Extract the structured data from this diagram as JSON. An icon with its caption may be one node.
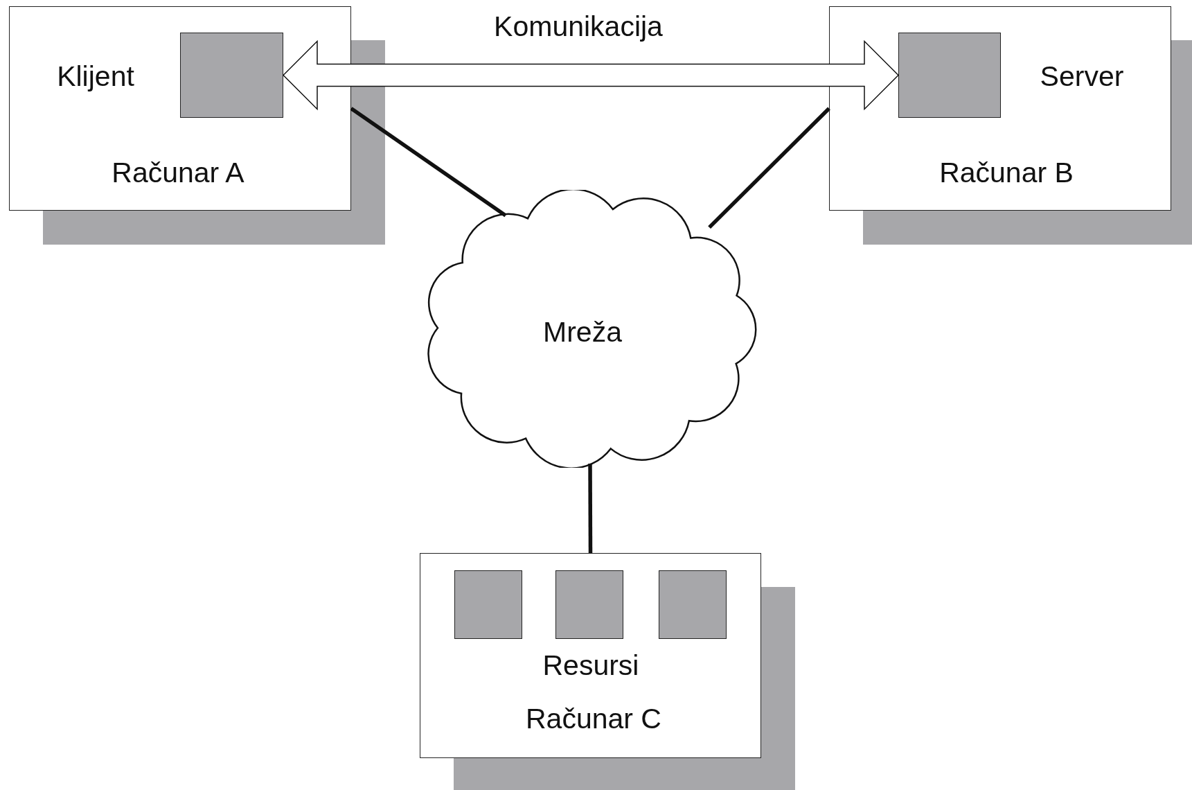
{
  "diagram": {
    "nodes": [
      {
        "text": [
          "Klijent",
          "Računar A"
        ]
      },
      {
        "text": [],
        "shape": "box",
        "in": 0
      },
      {
        "text": [
          "Server",
          "Računar B"
        ]
      },
      {
        "text": [],
        "shape": "box",
        "in": 2
      },
      {
        "text": [
          "Mreža"
        ]
      },
      {
        "text": [
          "Resursi",
          "Računar C"
        ]
      },
      {
        "text": [],
        "shape": "box",
        "in": 5
      },
      {
        "text": [],
        "shape": "box",
        "in": 5
      },
      {
        "text": [],
        "shape": "box",
        "in": 5
      }
    ],
    "edges": [
      {
        "from": 1,
        "to": 3,
        "arrow": "both",
        "label": "Komunikacija"
      },
      {
        "from": 0,
        "to": 4,
        "arrow": "none"
      },
      {
        "from": 2,
        "to": 4,
        "arrow": "none"
      },
      {
        "from": 4,
        "to": 5,
        "arrow": "none"
      }
    ]
  }
}
